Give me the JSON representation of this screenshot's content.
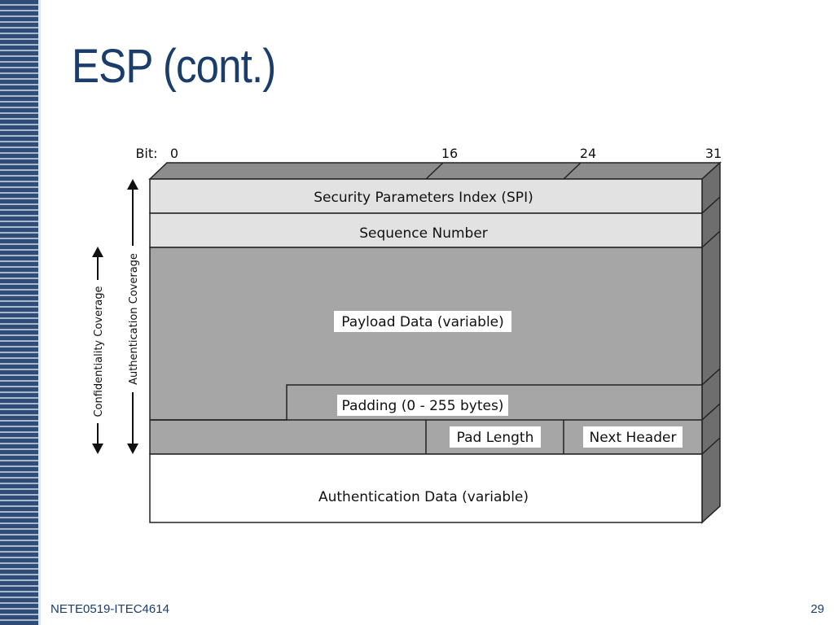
{
  "slide": {
    "title": "ESP (cont.)",
    "footer_course": "NETE0519-ITEC4614",
    "page_number": "29"
  },
  "diagram": {
    "bit_label": "Bit:",
    "bit_0": "0",
    "bit_16": "16",
    "bit_24": "24",
    "bit_31": "31",
    "spi": "Security Parameters Index (SPI)",
    "sequence_number": "Sequence Number",
    "payload_data": "Payload Data (variable)",
    "padding": "Padding (0 - 255 bytes)",
    "pad_length": "Pad Length",
    "next_header": "Next Header",
    "authentication_data": "Authentication Data (variable)",
    "confidentiality_coverage": "Confidentiality Coverage",
    "authentication_coverage": "Authentication Coverage"
  },
  "colors": {
    "title": "#1b3d6b",
    "light_field": "#e2e2e2",
    "dark_field": "#a6a6a6",
    "depth_top": "#8c8c8c",
    "depth_side": "#6e6e6e",
    "stripe_dark": "#2f4d77",
    "stripe_light": "#a8bad0"
  }
}
